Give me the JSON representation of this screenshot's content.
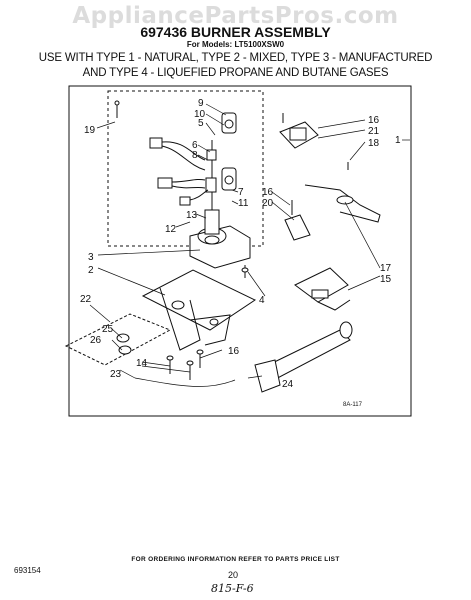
{
  "watermark": "AppliancePartsPros.com",
  "header": {
    "title": "697436 BURNER ASSEMBLY",
    "models": "For Models: LT5100XSW0",
    "gas_line1": "USE WITH TYPE 1 - NATURAL, TYPE 2 - MIXED, TYPE 3 - MANUFACTURED",
    "gas_line2": "AND TYPE 4 - LIQUEFIED PROPANE AND BUTANE GASES"
  },
  "callouts": {
    "c1": "1",
    "c2": "2",
    "c3": "3",
    "c4": "4",
    "c5": "5",
    "c6": "6",
    "c7": "7",
    "c8": "8",
    "c9": "9",
    "c10": "10",
    "c11": "11",
    "c12": "12",
    "c13": "13",
    "c14": "14",
    "c15": "15",
    "c16a": "16",
    "c16b": "16",
    "c16c": "16",
    "c17": "17",
    "c18": "18",
    "c19": "19",
    "c20": "20",
    "c21": "21",
    "c22": "22",
    "c23": "23",
    "c24": "24",
    "c25": "25",
    "c26": "26"
  },
  "diagram_code": "8A-117",
  "footer": {
    "order_info": "FOR ORDERING INFORMATION REFER TO PARTS PRICE LIST",
    "doc_number": "693154",
    "page_number": "20",
    "handwritten": "815-F-6"
  }
}
